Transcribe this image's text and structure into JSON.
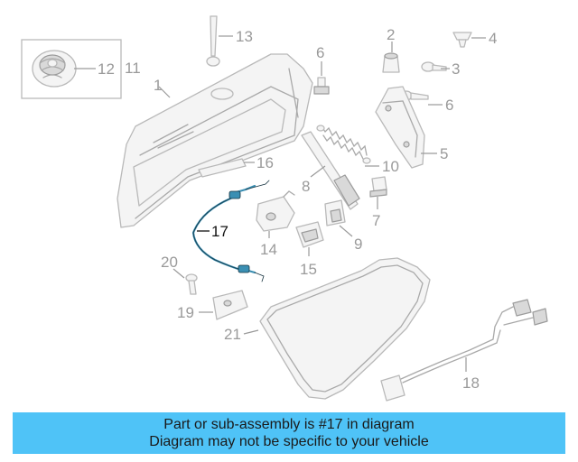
{
  "callouts": {
    "c1": "1",
    "c2": "2",
    "c3": "3",
    "c4": "4",
    "c5": "5",
    "c6a": "6",
    "c6b": "6",
    "c7": "7",
    "c8": "8",
    "c9": "9",
    "c10": "10",
    "c11": "11",
    "c12": "12",
    "c13": "13",
    "c14": "14",
    "c15": "15",
    "c16": "16",
    "c17": "17",
    "c18": "18",
    "c19": "19",
    "c20": "20",
    "c21": "21"
  },
  "highlight_color": "#3a8fb3",
  "banner": {
    "background": "#4fc3f7",
    "line1": "Part or sub-assembly is #17 in diagram",
    "line2": "Diagram may not be specific to your vehicle"
  }
}
